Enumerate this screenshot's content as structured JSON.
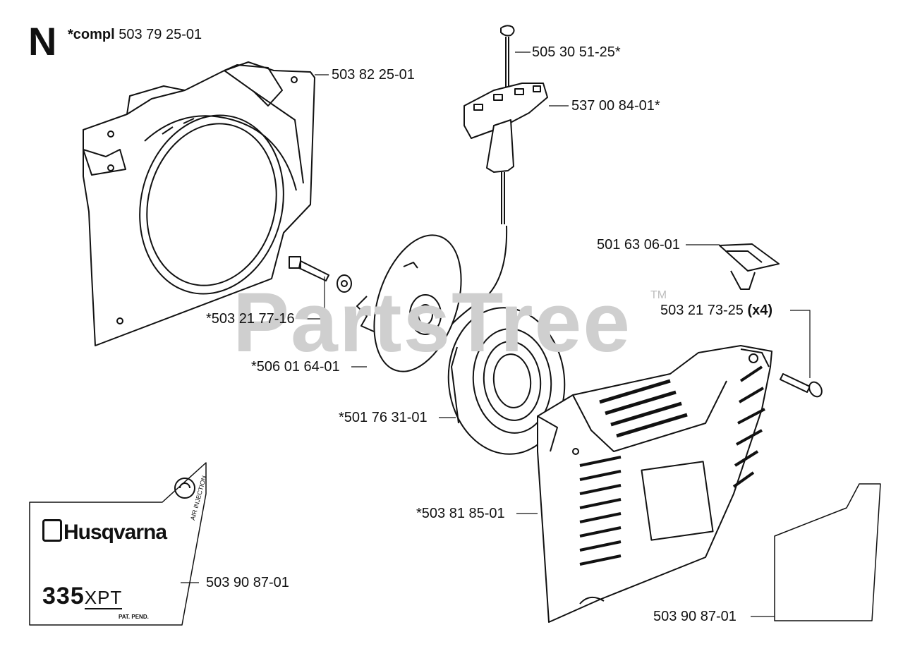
{
  "section": {
    "letter": "N",
    "compl_prefix": "*compl",
    "compl_part": "503 79 25-01"
  },
  "watermark": {
    "text": "PartsTree",
    "tm": "TM"
  },
  "parts": [
    {
      "id": "housing",
      "number": "503 82 25-01"
    },
    {
      "id": "rope",
      "number": "505 30 51-25*"
    },
    {
      "id": "handle",
      "number": "537 00 84-01*"
    },
    {
      "id": "grommet",
      "number": "501 63 06-01"
    },
    {
      "id": "screw-x4",
      "number": "503 21 73-25",
      "qty": "(x4)"
    },
    {
      "id": "bolt",
      "number": "*503 21 77-16"
    },
    {
      "id": "pulley",
      "number": "*506 01 64-01"
    },
    {
      "id": "spring-cassette",
      "number": "*501 76 31-01"
    },
    {
      "id": "starter-cover",
      "number": "*503 81 85-01"
    },
    {
      "id": "decal-left",
      "number": "503 90 87-01"
    },
    {
      "id": "decal-right",
      "number": "503 90 87-01"
    }
  ],
  "decal": {
    "brand": "Husqvarna",
    "model_num": "335",
    "model_suffix": "XPT",
    "pat": "PAT. PEND.",
    "vertical": "AIR INJECTION"
  }
}
